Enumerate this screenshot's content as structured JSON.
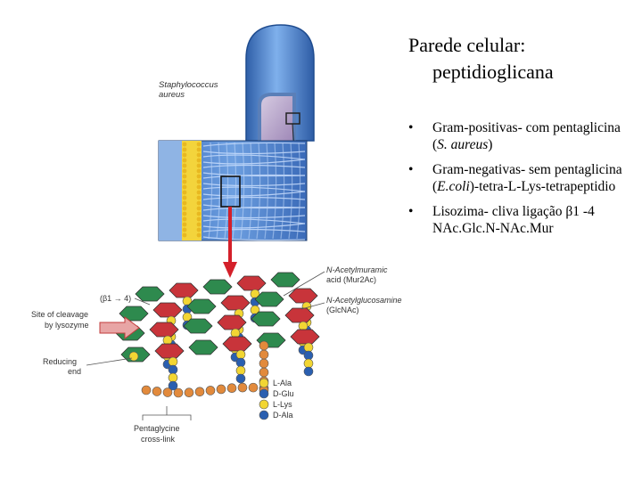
{
  "slide": {
    "title_line1": "Parede celular:",
    "title_line2": "peptidioglicana",
    "bullet_glyph": "•",
    "bullets": [
      {
        "a": "Gram-positivas- com pentaglicina (",
        "em": "S. aureus",
        "b": ")"
      },
      {
        "a": "Gram-negativas- sem pentaglicina (",
        "em": "E.coli",
        "b": ")-tetra-L-Lys-tetrapeptidio"
      },
      {
        "a": "Lisozima- cliva ligação β1 -4 NAc.Glc.N-NAc.Mur",
        "em": "",
        "b": ""
      }
    ]
  },
  "figure": {
    "organism_italic": "Staphylococcus",
    "organism_italic2": "aureus",
    "mur_label1": "N-Acetylmuramic",
    "mur_label2": "acid (Mur2Ac)",
    "glc_label1": "N-Acetylglucosamine",
    "glc_label2": "(GlcNAc)",
    "bond_label": "(β1 → 4)",
    "cleavage_label1": "Site of cleavage",
    "cleavage_label2": "by lysozyme",
    "reducing_label1": "Reducing",
    "reducing_label2": "end",
    "peptide_labels": [
      "L-Ala",
      "D-Glu",
      "L-Lys",
      "D-Ala"
    ],
    "crosslink_label1": "Pentaglycine",
    "crosslink_label2": "cross-link",
    "colors": {
      "murnac": "#c8343a",
      "glcnac": "#2e8a4e",
      "lala": "#f2d633",
      "dglu": "#2a5fb0",
      "glycine": "#e28a3c",
      "cell": "#4f86d4",
      "arrow": "#d4202a"
    }
  }
}
